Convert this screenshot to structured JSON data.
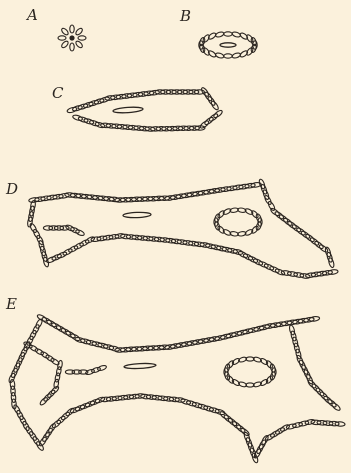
{
  "figure_labels": {
    "a": "A",
    "b": "B",
    "c": "C",
    "d": "D",
    "e": "E"
  },
  "colors": {
    "paper": "#fbf1dc",
    "ink": "#2b2520"
  }
}
